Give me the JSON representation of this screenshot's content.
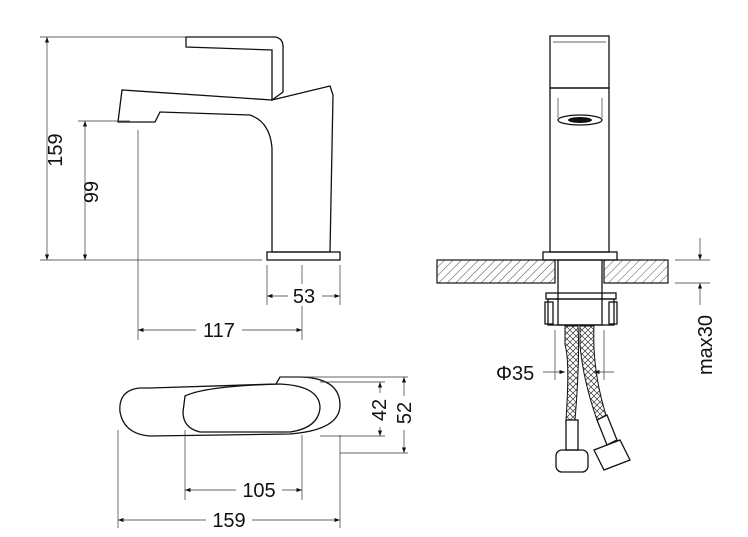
{
  "title": "Basin mixer technical drawing",
  "dimensions": {
    "total_height": "159",
    "spout_height": "99",
    "base_width": "53",
    "spout_reach": "117",
    "handle_width_inner": "42",
    "handle_width_outer": "52",
    "top_length_inner": "105",
    "top_length_total": "159",
    "hole_diameter": "Φ35",
    "max_counter_thickness": "max30"
  }
}
